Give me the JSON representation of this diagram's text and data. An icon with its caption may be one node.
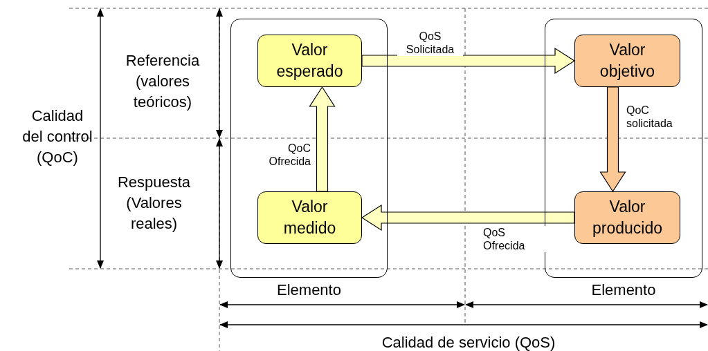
{
  "diagram": {
    "nodes": [
      {
        "text": [
          "Elemento"
        ]
      },
      {
        "text": [
          "Valor esperado"
        ],
        "in": 0
      },
      {
        "text": [
          "Valor medido"
        ],
        "in": 0
      },
      {
        "text": [
          "Elemento"
        ]
      },
      {
        "text": [
          "Valor objetivo"
        ],
        "in": 3
      },
      {
        "text": [
          "Valor producido"
        ],
        "in": 3
      }
    ],
    "edges": [
      {
        "from": 1,
        "to": 4,
        "arrow": "to",
        "label": "QoS Solicitada"
      },
      {
        "from": 4,
        "to": 5,
        "arrow": "to",
        "label": "QoC solicitada",
        "color": "#fcc896"
      },
      {
        "from": 5,
        "to": 2,
        "arrow": "to",
        "label": "QoS Ofrecida"
      },
      {
        "from": 2,
        "to": 1,
        "arrow": "to",
        "label": "QoC Ofrecida"
      }
    ],
    "labels": [
      "Referencia (valores teóricos)",
      "Calidad del control (QoC)",
      "Respuesta (Valores reales)",
      "Calidad de servicio (QoS)"
    ]
  }
}
